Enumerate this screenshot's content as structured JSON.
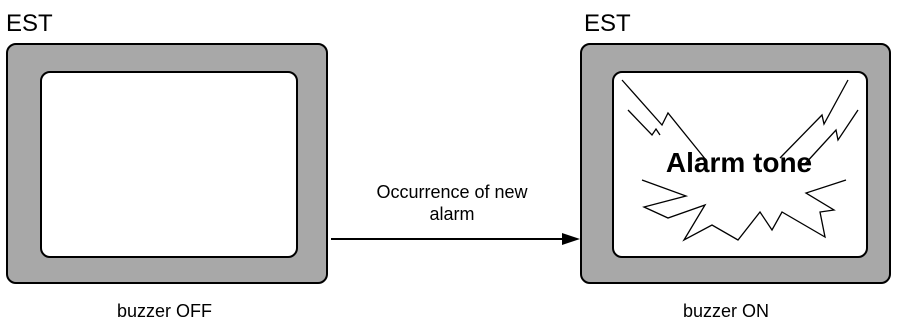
{
  "left_panel": {
    "title": "EST",
    "caption": "buzzer OFF"
  },
  "transition": {
    "label_line1": "Occurrence of new",
    "label_line2": "alarm"
  },
  "right_panel": {
    "title": "EST",
    "caption": "buzzer ON",
    "screen_text": "Alarm tone"
  },
  "colors": {
    "bezel": "#a8a8a8",
    "screen": "#ffffff",
    "line": "#000000"
  }
}
